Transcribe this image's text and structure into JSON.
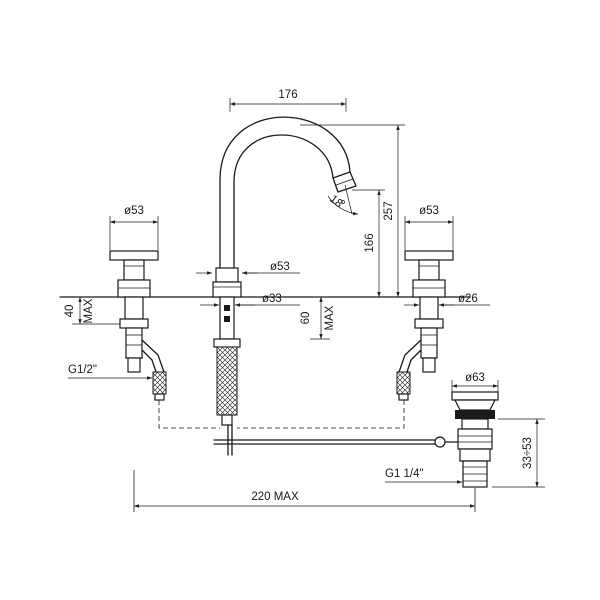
{
  "labels": {
    "d176": "176",
    "d257": "257",
    "d166": "166",
    "d18": "18",
    "phi53_left": "ø53",
    "phi53_right": "ø53",
    "phi53_center": "ø53",
    "phi33": "ø33",
    "phi26": "ø26",
    "phi63": "ø63",
    "d40": "40",
    "max_left": "MAX",
    "d60": "60",
    "max_center": "MAX",
    "g12": "G1/2\"",
    "g114": "G1  1/4\"",
    "d220": "220  MAX",
    "d33_53": "33÷53"
  }
}
